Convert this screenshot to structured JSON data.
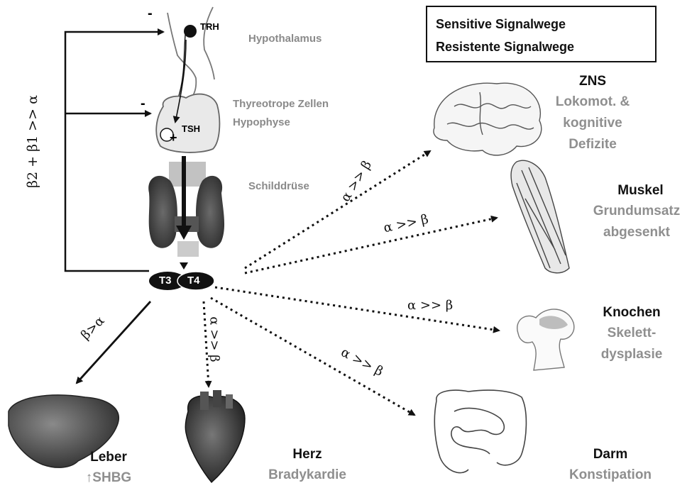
{
  "legend": {
    "sensitive": "Sensitive Signalwege",
    "resistant": "Resistente Signalwege"
  },
  "axis": {
    "feedback": "β2 + β1 >> α",
    "neg1": "-",
    "neg2": "-"
  },
  "hpt": {
    "trh": "TRH",
    "tsh": "TSH",
    "plus": "+",
    "hypothalamus": "Hypothalamus",
    "thyreotrope1": "Thyreotrope Zellen",
    "thyreotrope2": "Hypophyse",
    "schilddruese": "Schilddrüse",
    "t3": "T3",
    "t4": "T4"
  },
  "edges": {
    "zns": "α >> β",
    "muskel": "α >> β",
    "knochen": "α >> β",
    "darm": "α >> β",
    "herz": "α >> β",
    "leber": "β>α"
  },
  "organs": {
    "zns": {
      "title": "ZNS",
      "effect1": "Lokomot. &",
      "effect2": "kognitive",
      "effect3": "Defizite"
    },
    "muskel": {
      "title": "Muskel",
      "effect1": "Grundumsatz",
      "effect2": "abgesenkt"
    },
    "knochen": {
      "title": "Knochen",
      "effect1": "Skelett-",
      "effect2": "dysplasie"
    },
    "darm": {
      "title": "Darm",
      "effect1": "Konstipation"
    },
    "herz": {
      "title": "Herz",
      "effect1": "Bradykardie"
    },
    "leber": {
      "title": "Leber",
      "effect1": "↑SHBG"
    }
  }
}
